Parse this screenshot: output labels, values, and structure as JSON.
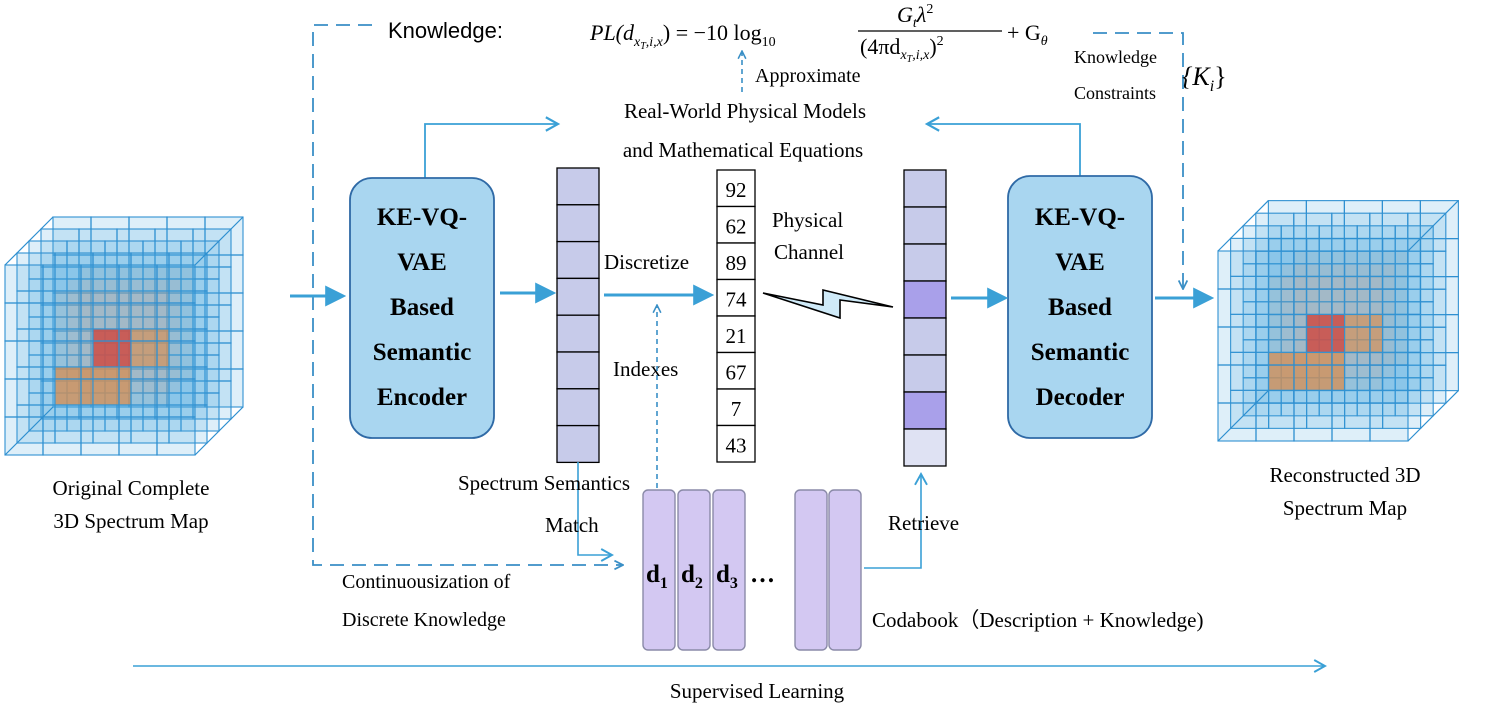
{
  "knowledge_label": "Knowledge:",
  "formula": {
    "lhs": "PL(d",
    "lhs_sub": "x",
    "lhs_sub2": "T",
    "lhs_rest": ",i,x",
    "eq": ") = −10 log",
    "log_base": "10",
    "numerator": "G",
    "num_sub": "t",
    "num_rest": "λ",
    "num_sup": "2",
    "denominator": "(4πd",
    "den_sub": "x",
    "den_sub2": "T",
    "den_rest": ",i,x",
    "den_close": ")",
    "den_sup": "2",
    "tail": "+ G",
    "tail_sub": "θ"
  },
  "approximate_label": "Approximate",
  "physical_models_line1": "Real-World Physical Models",
  "physical_models_line2": "and Mathematical Equations",
  "knowledge_constraints_line1": "Knowledge",
  "knowledge_constraints_line2": "Constraints",
  "ki_label": "{K",
  "ki_sub": "i",
  "ki_close": "}",
  "encoder": {
    "lines": [
      "KE-VQ-",
      "VAE",
      "Based",
      "Semantic",
      "Encoder"
    ]
  },
  "decoder": {
    "lines": [
      "KE-VQ-",
      "VAE",
      "Based",
      "Semantic",
      "Decoder"
    ]
  },
  "discretize_label": "Discretize",
  "indexes_label": "Indexes",
  "index_values": [
    "92",
    "62",
    "89",
    "74",
    "21",
    "67",
    "7",
    "43"
  ],
  "physical_channel_line1": "Physical",
  "physical_channel_line2": "Channel",
  "original_map_line1": "Original Complete",
  "original_map_line2": "3D Spectrum Map",
  "reconstructed_map_line1": "Reconstructed 3D",
  "reconstructed_map_line2": "Spectrum Map",
  "spectrum_semantics_label": "Spectrum Semantics",
  "match_label": "Match",
  "retrieve_label": "Retrieve",
  "continuousization_line1": "Continuousization of",
  "continuousization_line2": "Discrete Knowledge",
  "codebook_entries": [
    {
      "base": "d",
      "sub": "1"
    },
    {
      "base": "d",
      "sub": "2"
    },
    {
      "base": "d",
      "sub": "3"
    }
  ],
  "ellipsis": "…",
  "codebook_label": "Codabook（Description + Knowledge)",
  "supervised_learning_label": "Supervised Learning",
  "colors": {
    "arrow_blue": "#3aa0d6",
    "box_fill": "#a9d6f0",
    "box_stroke": "#2f6aa6",
    "semantic_cell": "#c7cbea",
    "semantic_highlight": "#a9a0ea",
    "codebook_fill": "#d3c8f2",
    "codebook_stroke": "#8a8aa8",
    "cube_blue": "#4aa8e0",
    "cube_red": "#e8402a",
    "cube_orange": "#f08a3a"
  }
}
